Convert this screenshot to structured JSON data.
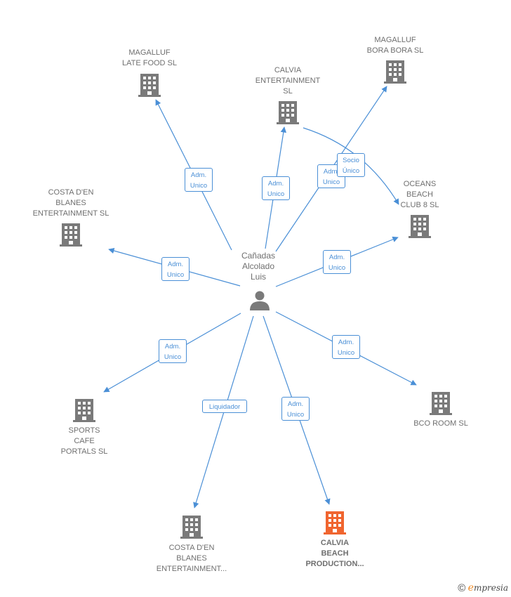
{
  "person": {
    "name": "Cañadas\nAlcolado\nLuis"
  },
  "companies": [
    {
      "id": "magalluf-late",
      "name": "MAGALLUF\nLATE FOOD SL",
      "highlight": false
    },
    {
      "id": "calvia-ent",
      "name": "CALVIA\nENTERTAINMENT\nSL",
      "highlight": false
    },
    {
      "id": "magalluf-bora",
      "name": "MAGALLUF\nBORA BORA SL",
      "highlight": false
    },
    {
      "id": "costa-blanes-1",
      "name": "COSTA D'EN\nBLANES\nENTERTAINMENT SL",
      "highlight": false
    },
    {
      "id": "oceans",
      "name": "OCEANS\nBEACH\nCLUB 8  SL",
      "highlight": false
    },
    {
      "id": "sports",
      "name": "SPORTS\nCAFE\nPORTALS  SL",
      "highlight": false
    },
    {
      "id": "bco",
      "name": "BCO ROOM  SL",
      "highlight": false
    },
    {
      "id": "costa-blanes-2",
      "name": "COSTA D'EN\nBLANES\nENTERTAINMENT...",
      "highlight": false
    },
    {
      "id": "calvia-beach",
      "name": "CALVIA\nBEACH\nPRODUCTION...",
      "highlight": true
    }
  ],
  "edges": [
    {
      "to": "magalluf-late",
      "label": "Adm.\nUnico"
    },
    {
      "to": "calvia-ent",
      "label": "Adm.\nUnico"
    },
    {
      "to": "magalluf-bora",
      "label": "Adm.\nUnico"
    },
    {
      "to": "costa-blanes-1",
      "label": "Adm.\nUnico"
    },
    {
      "to": "oceans",
      "label": "Adm.\nUnico"
    },
    {
      "to": "sports",
      "label": "Adm.\nUnico"
    },
    {
      "to": "bco",
      "label": "Adm.\nUnico"
    },
    {
      "to": "costa-blanes-2",
      "label": "Liquidador"
    },
    {
      "to": "calvia-beach",
      "label": "Adm.\nUnico"
    },
    {
      "from": "calvia-ent",
      "to": "oceans",
      "label": "Socio\nÚnico"
    }
  ],
  "colors": {
    "node": "#7a7a7a",
    "highlight": "#f0652f",
    "edge": "#4a8fd6"
  },
  "footer": {
    "copyright": "©",
    "brand_first": "e",
    "brand_rest": "mpresia"
  }
}
